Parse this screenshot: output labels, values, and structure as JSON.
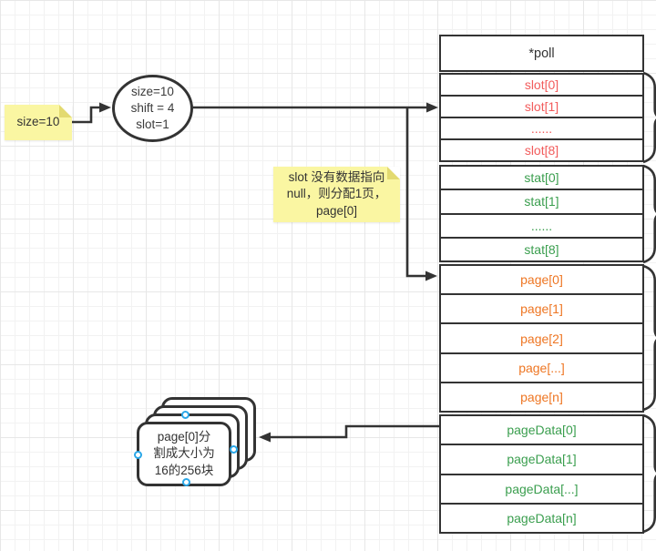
{
  "colors": {
    "stroke": "#333333",
    "slot_red": "#f25c5c",
    "stat_green": "#3a9e4e",
    "page_orange": "#ee7623",
    "note_yellow": "#faf6a2",
    "note_fold": "#e3da70",
    "handle_blue": "#2aa7e8"
  },
  "notes": {
    "size_note": {
      "text": "size=10"
    },
    "slot_note": {
      "text": "slot 没有数据指向\nnull，则分配1页，\npage[0]"
    }
  },
  "ellipse_node": {
    "text": "size=10\nshift = 4\nslot=1"
  },
  "page_stack": {
    "text": "page[0]分\n割成大小为\n16的256块",
    "layers": 4
  },
  "memory_table": {
    "header": "*poll",
    "groups": [
      {
        "name": "slot",
        "color": "#f25c5c",
        "rows": [
          "slot[0]",
          "slot[1]",
          "......",
          "slot[8]"
        ]
      },
      {
        "name": "stat",
        "color": "#3a9e4e",
        "rows": [
          "stat[0]",
          "stat[1]",
          "......",
          "stat[8]"
        ]
      },
      {
        "name": "page",
        "color": "#ee7623",
        "rows": [
          "page[0]",
          "page[1]",
          "page[2]",
          "page[...]",
          "page[n]"
        ]
      },
      {
        "name": "pageData",
        "color": "#3a9e4e",
        "rows": [
          "pageData[0]",
          "pageData[1]",
          "pageData[...]",
          "pageData[n]"
        ]
      }
    ]
  }
}
